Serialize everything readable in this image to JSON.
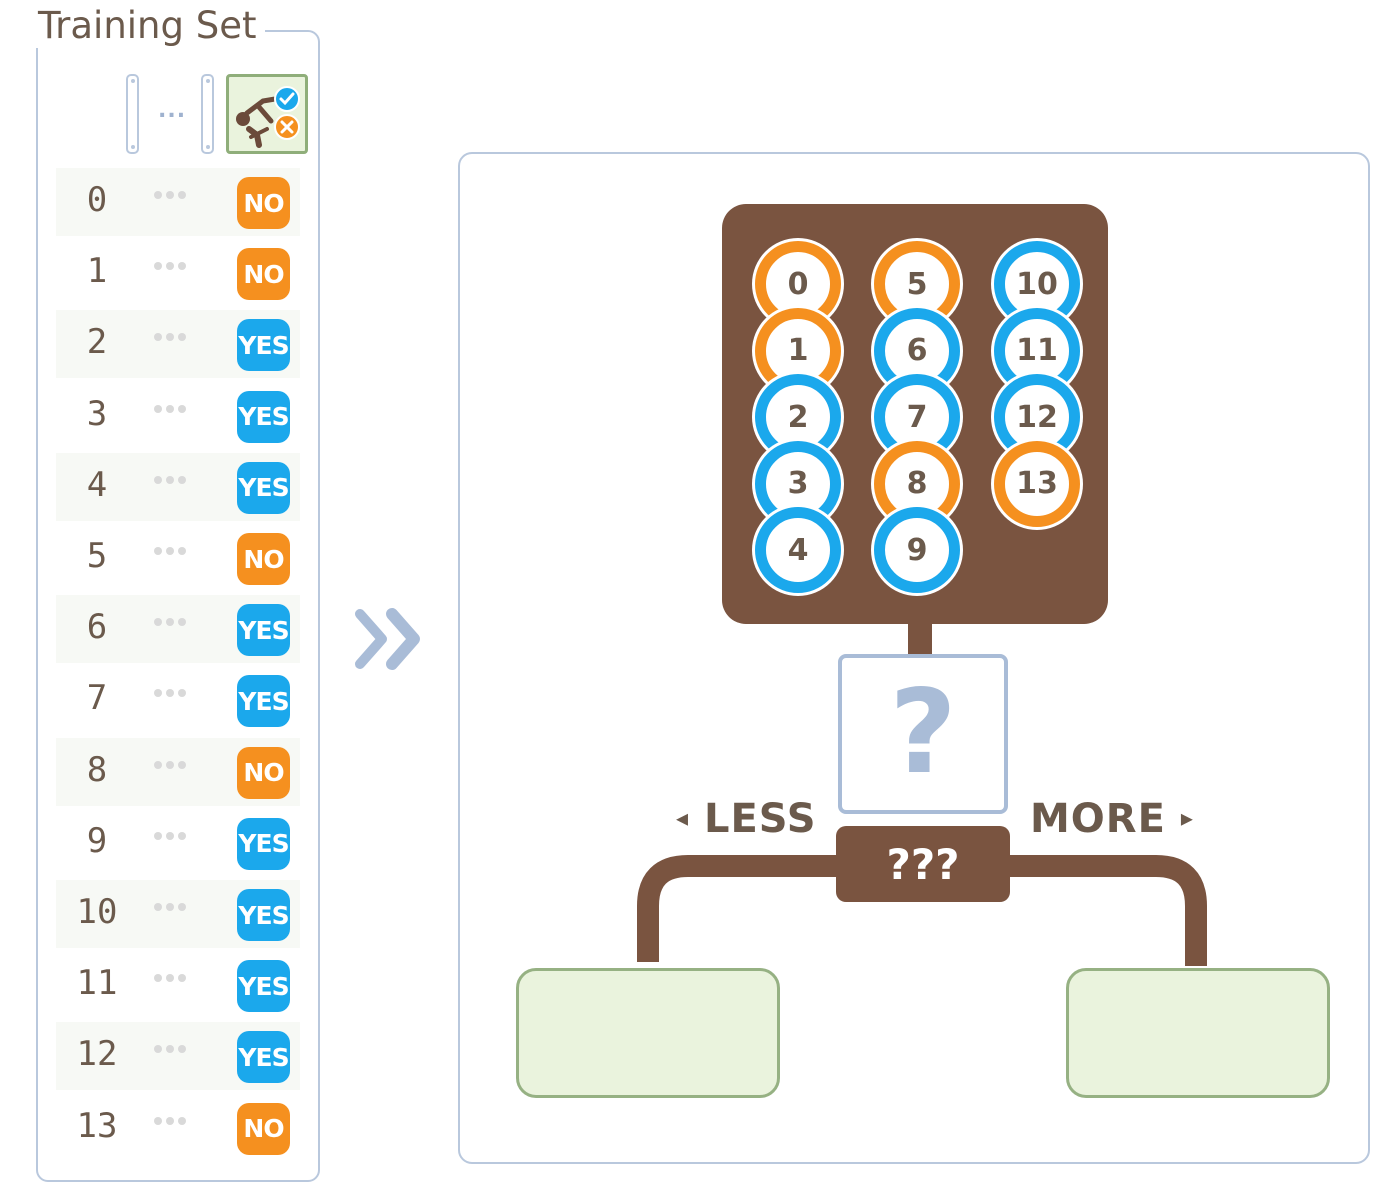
{
  "training_panel": {
    "title": "Training Set",
    "header_ellipsis": "...",
    "target_column": {
      "icon": "golf-swing-icon",
      "yes_icon": "check-icon",
      "no_icon": "x-icon"
    }
  },
  "rows": [
    {
      "index": "0",
      "label": "NO",
      "class": "no"
    },
    {
      "index": "1",
      "label": "NO",
      "class": "no"
    },
    {
      "index": "2",
      "label": "YES",
      "class": "yes"
    },
    {
      "index": "3",
      "label": "YES",
      "class": "yes"
    },
    {
      "index": "4",
      "label": "YES",
      "class": "yes"
    },
    {
      "index": "5",
      "label": "NO",
      "class": "no"
    },
    {
      "index": "6",
      "label": "YES",
      "class": "yes"
    },
    {
      "index": "7",
      "label": "YES",
      "class": "yes"
    },
    {
      "index": "8",
      "label": "NO",
      "class": "no"
    },
    {
      "index": "9",
      "label": "YES",
      "class": "yes"
    },
    {
      "index": "10",
      "label": "YES",
      "class": "yes"
    },
    {
      "index": "11",
      "label": "YES",
      "class": "yes"
    },
    {
      "index": "12",
      "label": "YES",
      "class": "yes"
    },
    {
      "index": "13",
      "label": "NO",
      "class": "no"
    }
  ],
  "tree": {
    "pool_columns": [
      [
        "0",
        "1",
        "2",
        "3",
        "4"
      ],
      [
        "5",
        "6",
        "7",
        "8",
        "9"
      ],
      [
        "10",
        "11",
        "12",
        "13"
      ]
    ],
    "question_mark": "?",
    "split_value": "???",
    "left_branch": "LESS",
    "right_branch": "MORE",
    "left_arrow": "◂",
    "right_arrow": "▸"
  },
  "colors": {
    "yes": "#1ba8ec",
    "no": "#f5901f",
    "brown": "#7a5440",
    "frame": "#b9c8dd",
    "leaf": "#eaf3dd"
  }
}
